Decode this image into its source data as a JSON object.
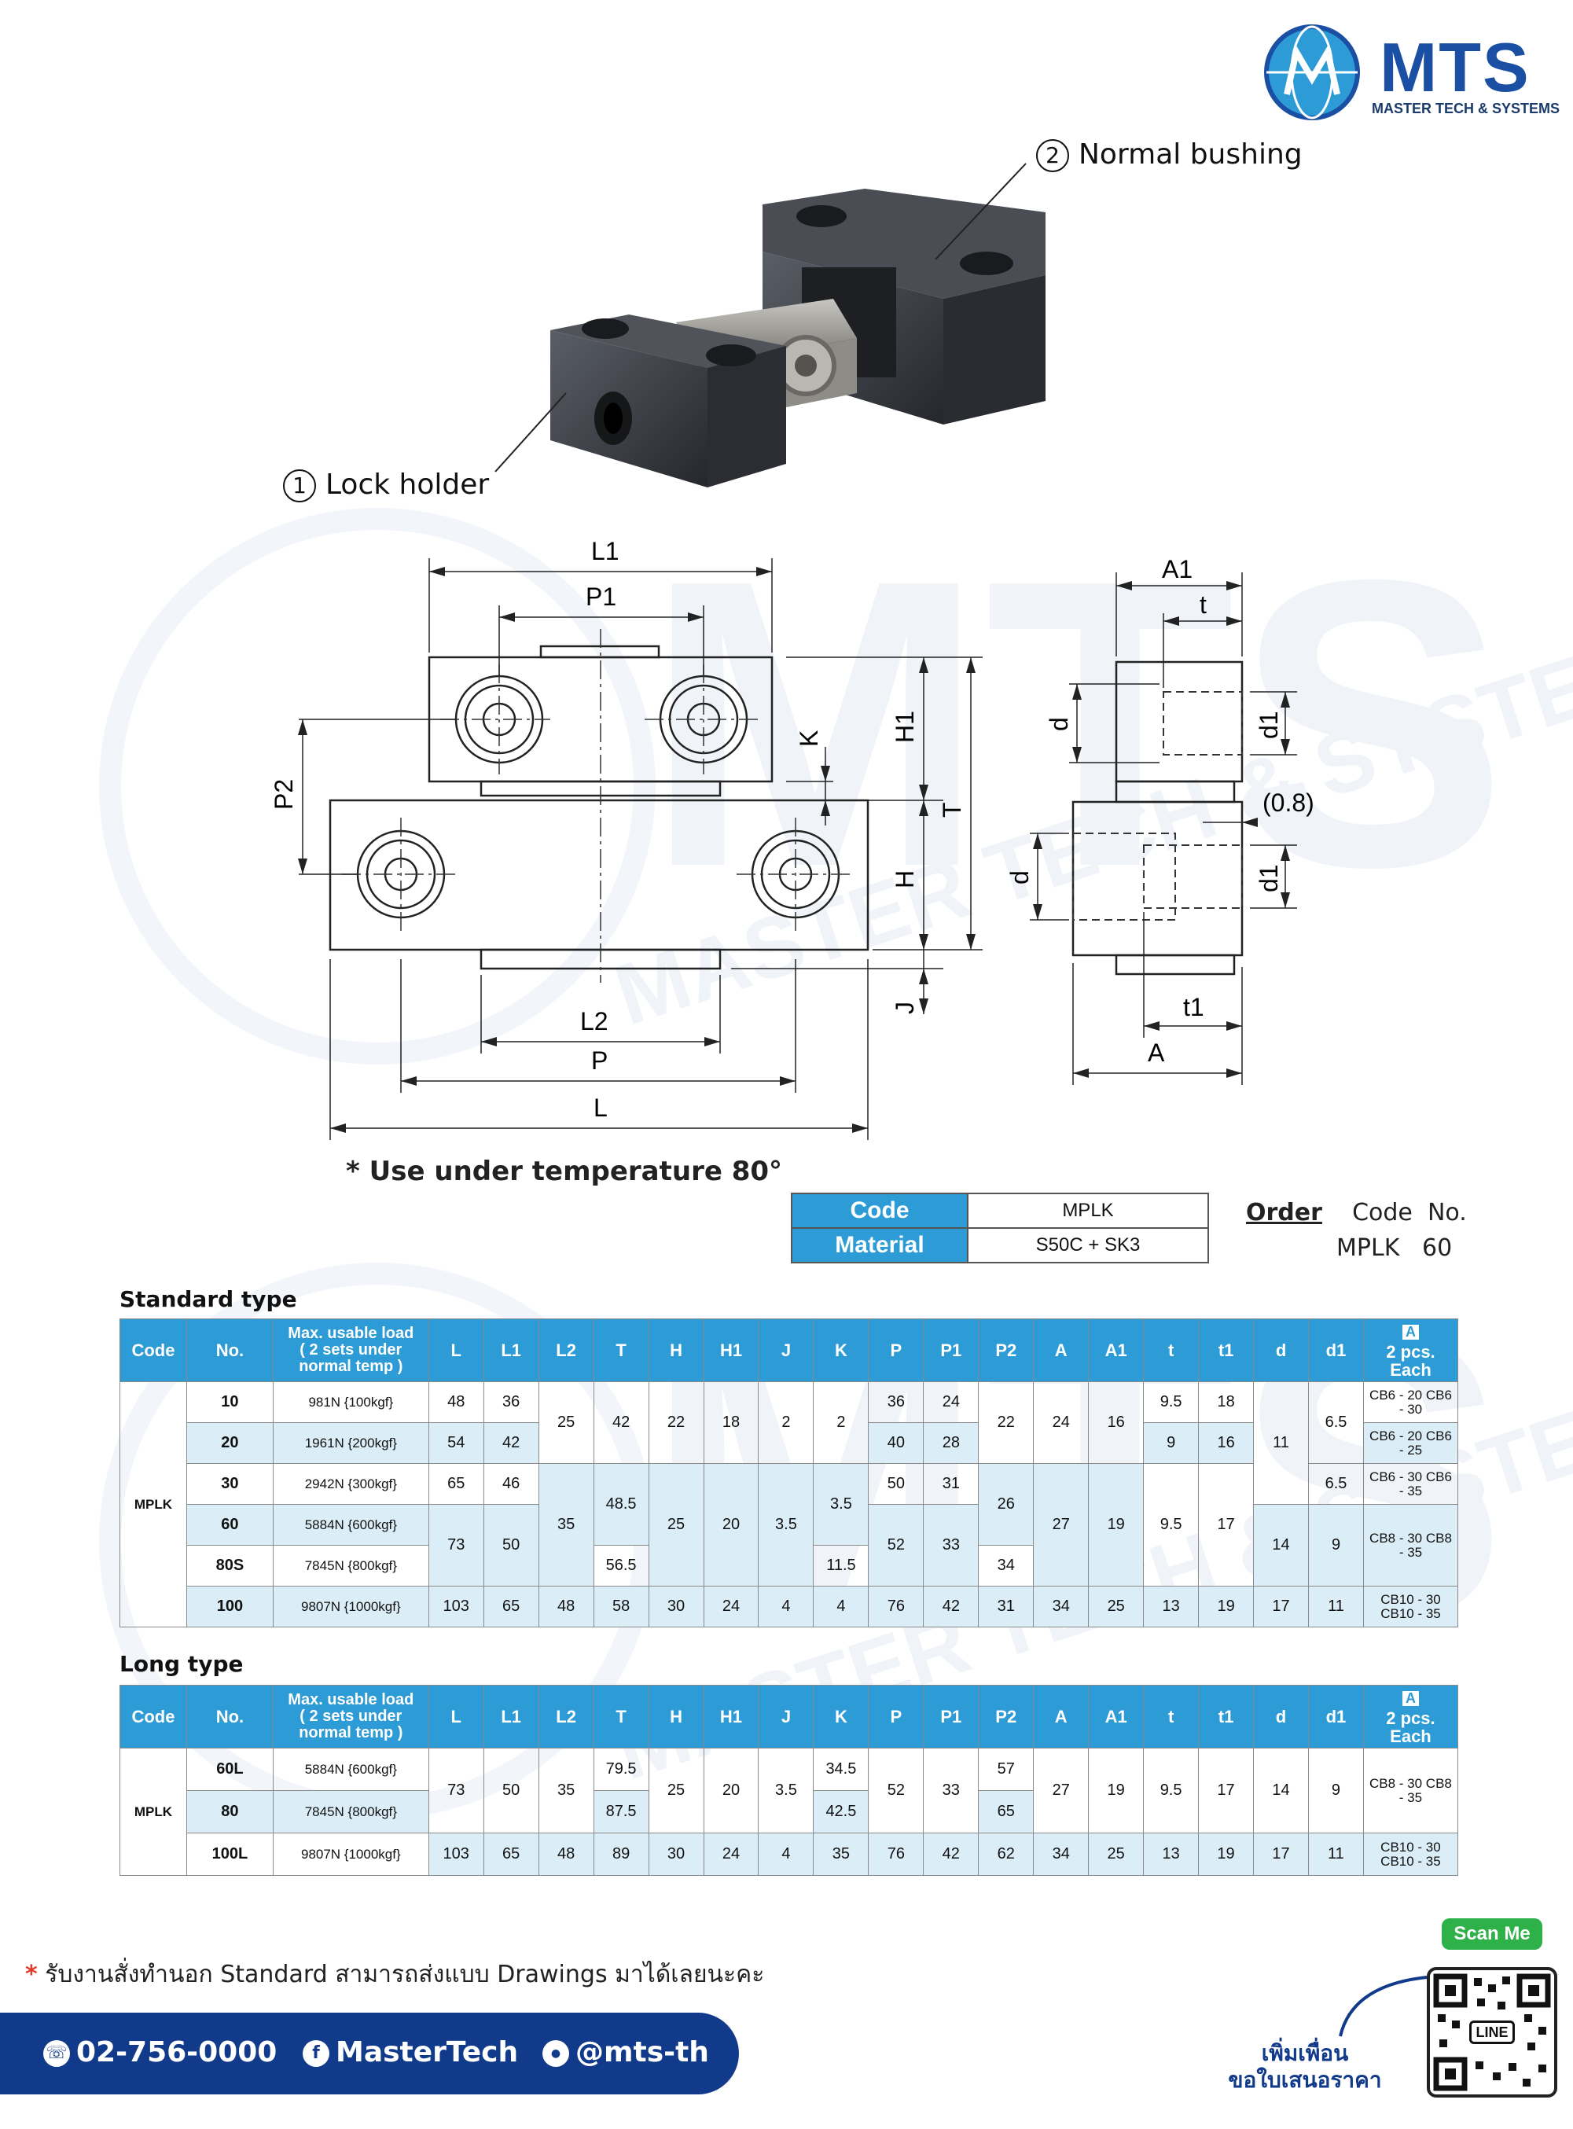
{
  "brand": {
    "name": "MTS",
    "tagline": "MASTER TECH & SYSTEMS",
    "watermark": "MTS",
    "watermark_sub": "MASTER TECH & SYSTEMS"
  },
  "callouts": {
    "c2_num": "2",
    "c2_label": "Normal bushing",
    "c1_num": "1",
    "c1_label": "Lock holder"
  },
  "drawing": {
    "L1": "L1",
    "P1": "P1",
    "P2": "P2",
    "K": "K",
    "H1": "H1",
    "T": "T",
    "H": "H",
    "J": "J",
    "L2": "L2",
    "P": "P",
    "L": "L",
    "A1": "A1",
    "t": "t",
    "d": "d",
    "d1": "d1",
    "gap": "(0.8)",
    "t1": "t1",
    "A": "A"
  },
  "note": "* Use under temperature 80°",
  "spec": {
    "code_label": "Code",
    "code_value": "MPLK",
    "material_label": "Material",
    "material_value": "S50C + SK3"
  },
  "order": {
    "label": "Order",
    "code": "Code",
    "no": "No.",
    "example_code": "MPLK",
    "example_no": "60"
  },
  "standard": {
    "title": "Standard type",
    "headers": [
      "Code",
      "No.",
      "Max. usable load\n( 2 sets under\nnormal temp )",
      "L",
      "L1",
      "L2",
      "T",
      "H",
      "H1",
      "J",
      "K",
      "P",
      "P1",
      "P2",
      "A",
      "A1",
      "t",
      "t1",
      "d",
      "d1",
      "A\n2 pcs. Each"
    ],
    "code": "MPLK",
    "rows": [
      {
        "no": "10",
        "load": "981N {100kgf}",
        "L": "48",
        "L1": "36",
        "P": "36",
        "P1": "24",
        "t": "9.5",
        "t1": "18",
        "a": "CB6 - 20 CB6 - 30"
      },
      {
        "no": "20",
        "load": "1961N {200kgf}",
        "L": "54",
        "L1": "42",
        "P": "40",
        "P1": "28",
        "t": "9",
        "t1": "16",
        "a": "CB6 - 20 CB6 - 25"
      },
      {
        "no": "30",
        "load": "2942N {300kgf}",
        "L": "65",
        "L1": "46",
        "P": "50",
        "P1": "31",
        "d1": "6.5",
        "a": "CB6 - 30 CB6 - 35"
      },
      {
        "no": "60",
        "load": "5884N {600kgf}"
      },
      {
        "no": "80S",
        "load": "7845N {800kgf}",
        "T": "56.5",
        "K": "11.5",
        "P2": "34"
      },
      {
        "no": "100",
        "load": "9807N {1000kgf}",
        "L": "103",
        "L1": "65",
        "L2": "48",
        "T": "58",
        "H": "30",
        "H1": "24",
        "J": "4",
        "K": "4",
        "P": "76",
        "P1": "42",
        "P2": "31",
        "A": "34",
        "A1": "25",
        "t": "13",
        "t1": "19",
        "d": "17",
        "d1": "11",
        "a": "CB10 - 30 CB10 - 35"
      }
    ],
    "merged": {
      "L2_a": "25",
      "T_a": "42",
      "H_a": "22",
      "H1_a": "18",
      "J_a": "2",
      "K_a": "2",
      "P2_a": "22",
      "A_a": "24",
      "A1_a": "16",
      "d_a": "11",
      "d1_a": "6.5",
      "L_b": "73",
      "L1_b": "50",
      "L2_b": "35",
      "T_b": "48.5",
      "H_b": "25",
      "H1_b": "20",
      "J_b": "3.5",
      "K_b": "3.5",
      "P_b": "52",
      "P1_b": "33",
      "P2_b": "26",
      "A_b": "27",
      "A1_b": "19",
      "t_b": "9.5",
      "t1_b": "17",
      "d_b": "14",
      "d1_b": "9",
      "a_b": "CB8 - 30 CB8 - 35"
    }
  },
  "long": {
    "title": "Long type",
    "code": "MPLK",
    "rows": [
      {
        "no": "60L",
        "load": "5884N {600kgf}",
        "T": "79.5",
        "K": "34.5",
        "P2": "57"
      },
      {
        "no": "80",
        "load": "7845N {800kgf}",
        "T": "87.5",
        "K": "42.5",
        "P2": "65"
      },
      {
        "no": "100L",
        "load": "9807N {1000kgf}",
        "L": "103",
        "L1": "65",
        "L2": "48",
        "T": "89",
        "H": "30",
        "H1": "24",
        "J": "4",
        "K": "35",
        "P": "76",
        "P1": "42",
        "P2": "62",
        "A": "34",
        "A1": "25",
        "t": "13",
        "t1": "19",
        "d": "17",
        "d1": "11",
        "a": "CB10 - 30 CB10 - 35"
      }
    ],
    "merged": {
      "L": "73",
      "L1": "50",
      "L2": "35",
      "H": "25",
      "H1": "20",
      "J": "3.5",
      "P": "52",
      "P1": "33",
      "A": "27",
      "A1": "19",
      "t": "9.5",
      "t1": "17",
      "d": "14",
      "d1": "9",
      "a": "CB8 - 30 CB8 - 35"
    }
  },
  "footer": {
    "thai_note": "รับงานสั่งทำนอก Standard สามารถส่งแบบ Drawings มาได้เลยนะคะ",
    "phone": "02-756-0000",
    "facebook": "MasterTech",
    "line": "@mts-th",
    "scan": "Scan Me",
    "qr_label": "LINE",
    "add_friend_1": "เพิ่มเพื่อน",
    "add_friend_2": "ขอใบเสนอราคา"
  },
  "colors": {
    "accent": "#2d9bd6",
    "brand": "#1a4fa3",
    "footer": "#123a8a",
    "scan": "#2fb14a"
  }
}
